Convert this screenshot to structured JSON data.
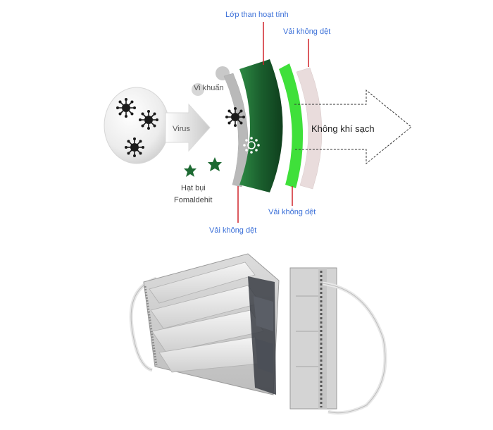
{
  "diagram": {
    "labels": {
      "activated_carbon": "Lớp than hoạt tính",
      "nonwoven_top": "Vải không dệt",
      "nonwoven_middle": "Vải không dệt",
      "nonwoven_bottom": "Vải không dệt",
      "bacteria": "Vi khuẩn",
      "virus": "Virus",
      "dust": "Hạt bụi",
      "formaldehyde": "Fomaldehit",
      "clean_air": "Không khí sạch"
    },
    "colors": {
      "label_blue": "#3a6fd8",
      "pointer_red": "#d0242b",
      "carbon_green": "#1f6b35",
      "bright_green": "#3fe03a",
      "outer_gray": "#b9b9b9",
      "inner_pink": "#e9dcdc",
      "particle_dark": "#1b1b1b",
      "dust_green": "#1d6a32"
    }
  },
  "photo": {
    "description_icon": "surgical-mask-photo"
  }
}
